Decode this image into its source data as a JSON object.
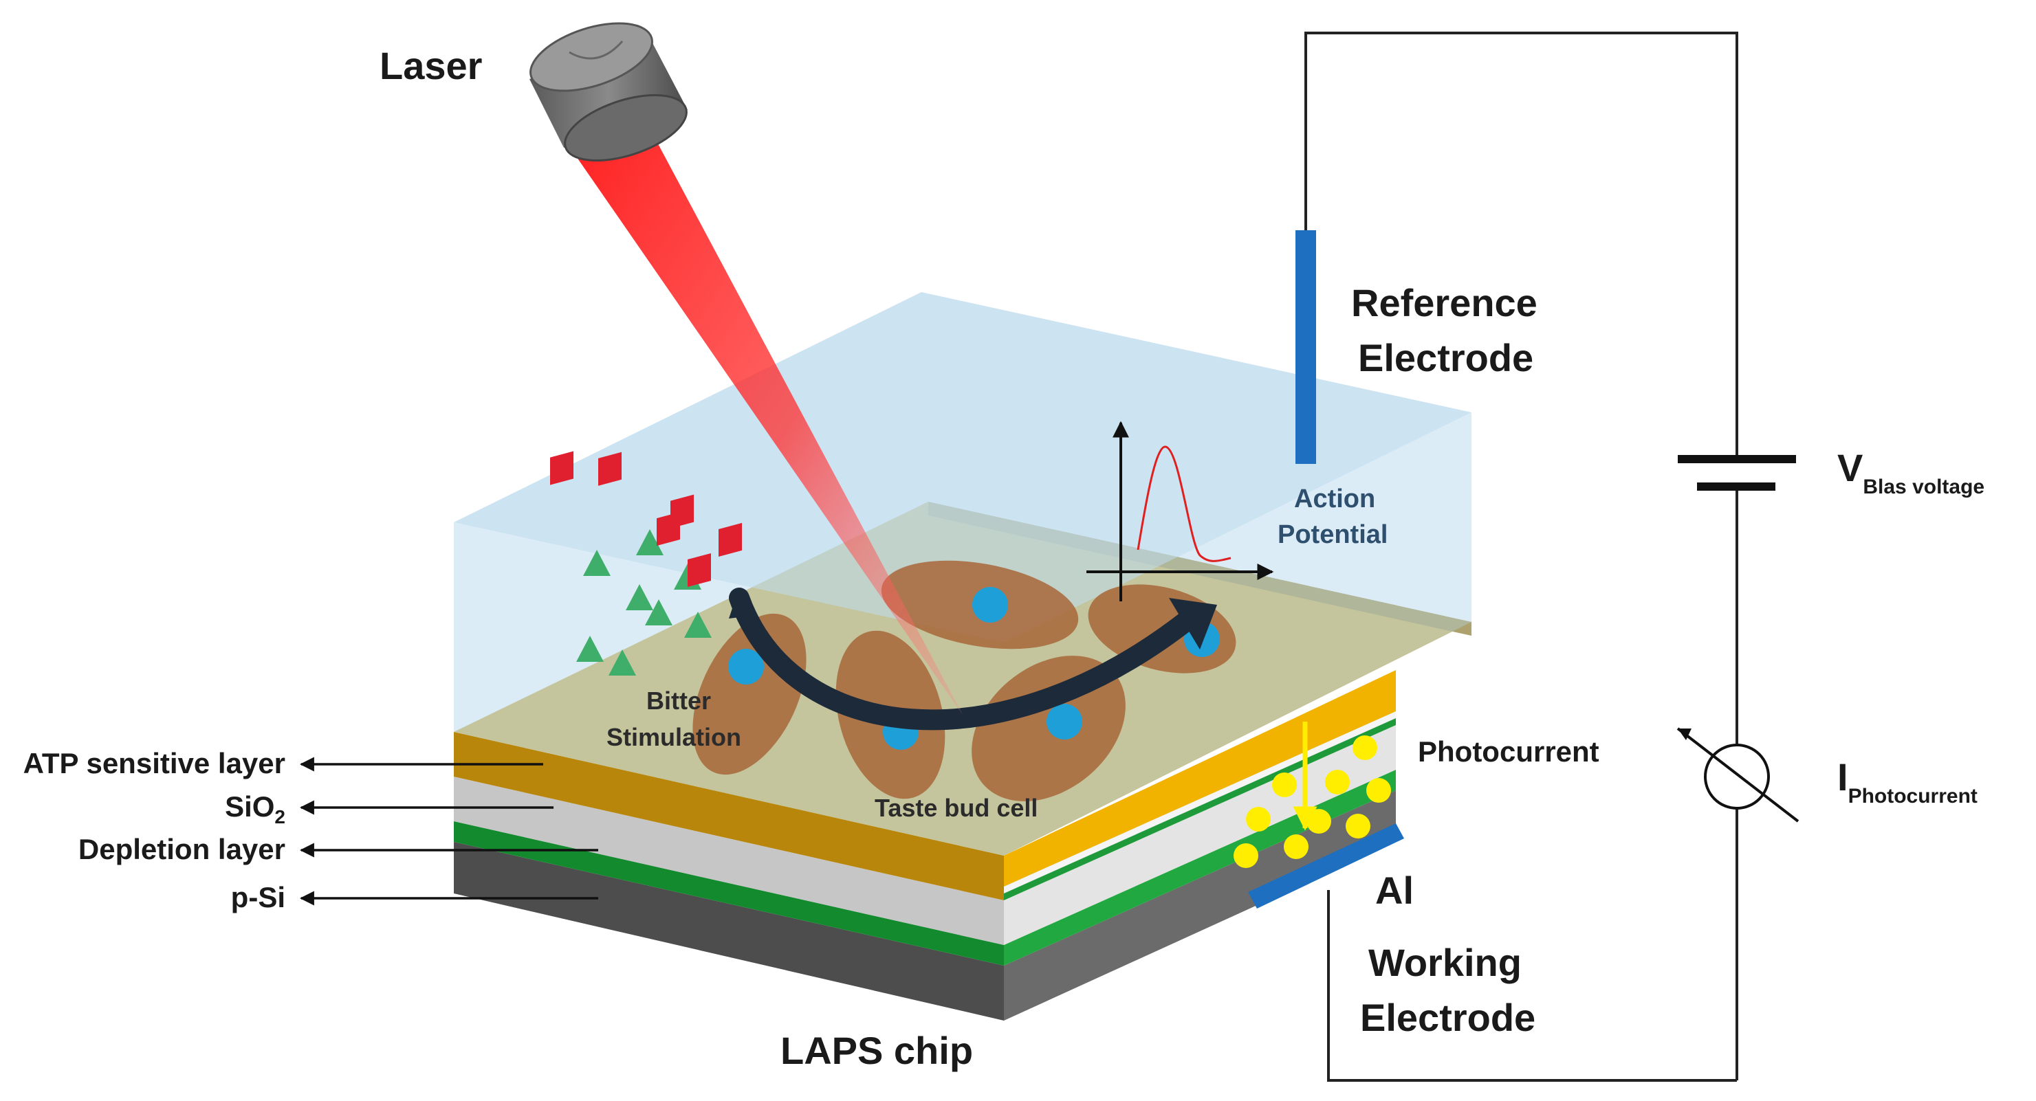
{
  "labels": {
    "laser": "Laser",
    "reference_electrode_line1": "Reference",
    "reference_electrode_line2": "Electrode",
    "action_potential_line1": "Action",
    "action_potential_line2": "Potential",
    "bitter_stimulation_line1": "Bitter",
    "bitter_stimulation_line2": "Stimulation",
    "taste_bud_cell": "Taste bud cell",
    "photocurrent": "Photocurrent",
    "al": "Al",
    "working_electrode_line1": "Working",
    "working_electrode_line2": "Electrode",
    "laps_chip": "LAPS chip",
    "v_main": "V",
    "v_sub": "Blas voltage",
    "i_main": "I",
    "i_sub": "Photocurrent"
  },
  "layers": [
    {
      "main": "ATP sensitive layer",
      "sub": "",
      "tail": ""
    },
    {
      "main": "SiO",
      "sub": "2",
      "tail": ""
    },
    {
      "main": "Depletion layer",
      "sub": "",
      "tail": ""
    },
    {
      "main": "p-Si",
      "sub": "",
      "tail": ""
    }
  ],
  "colors": {
    "solution": "#bfdcef",
    "atp_layer": "#c9a83a",
    "atp_edge": "#f2b300",
    "sio2": "#d9d9d9",
    "depletion": "#1f9a3a",
    "psi": "#6b6b6b",
    "laser_beam": "#ff2020",
    "electrode": "#1f6fc0",
    "cell": "#a8663a",
    "nucleus": "#1e9fd8",
    "electron": "#ffee00",
    "arrow_dark": "#1d2a3a",
    "triangle": "#3fae6a",
    "square": "#e0202e"
  }
}
